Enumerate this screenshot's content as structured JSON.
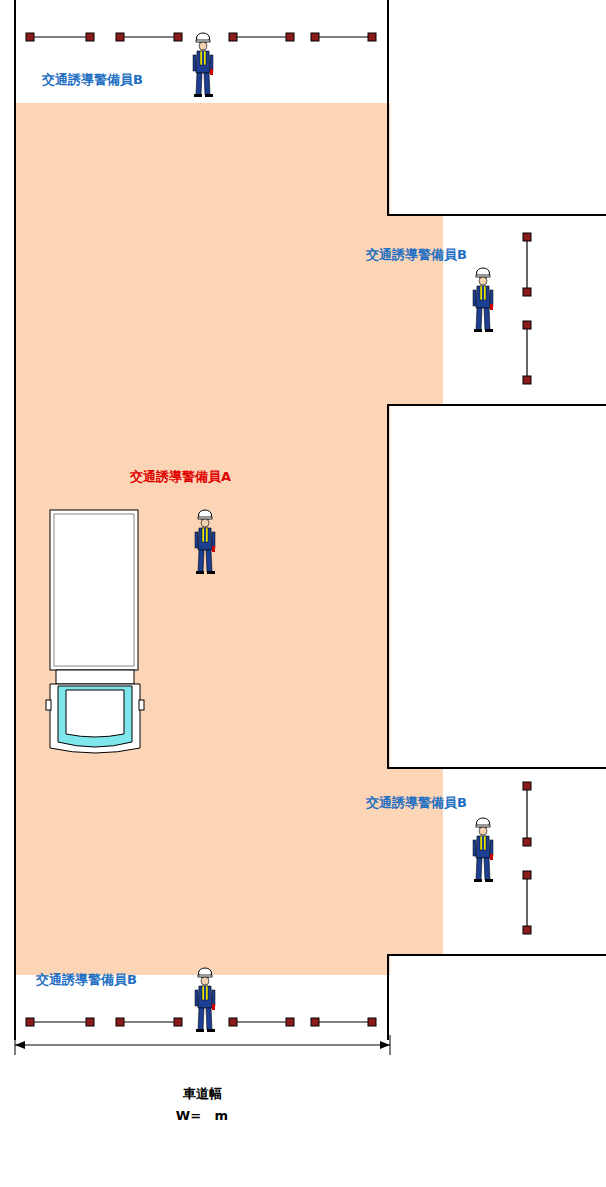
{
  "diagram": {
    "labels": [
      "交通誘導警備員B",
      "交通誘導警備員B",
      "交通誘導警備員A",
      "交通誘導警備員B",
      "交通誘導警備員B",
      "車道幅",
      "W=   m"
    ]
  }
}
